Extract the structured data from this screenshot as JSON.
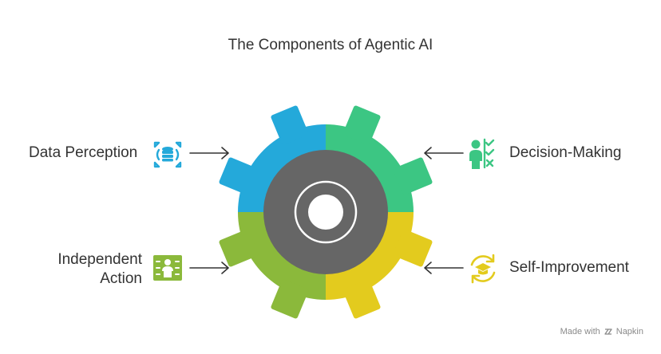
{
  "title": "The Components of Agentic AI",
  "components": [
    {
      "label": "Data Perception",
      "color": "#24A9DA",
      "icon": "data-perception-icon"
    },
    {
      "label": "Decision-Making",
      "color": "#3CC683",
      "icon": "decision-making-icon"
    },
    {
      "label": "Independent Action",
      "label_lines": [
        "Independent",
        "Action"
      ],
      "color": "#8BB93B",
      "icon": "independent-action-icon"
    },
    {
      "label": "Self-Improvement",
      "color": "#E3CB1E",
      "icon": "self-improvement-icon"
    }
  ],
  "gear_core_color": "#666666",
  "footer": {
    "made_with": "Made with",
    "brand": "Napkin"
  }
}
